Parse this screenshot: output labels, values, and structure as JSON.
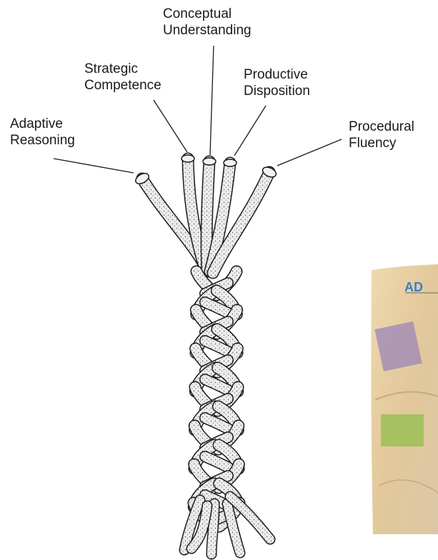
{
  "strands": [
    {
      "id": "conceptual",
      "lines": [
        "Conceptual",
        "Understanding"
      ]
    },
    {
      "id": "strategic",
      "lines": [
        "Strategic",
        "Competence"
      ]
    },
    {
      "id": "productive",
      "lines": [
        "Productive",
        "Disposition"
      ]
    },
    {
      "id": "adaptive",
      "lines": [
        "Adaptive",
        "Reasoning"
      ]
    },
    {
      "id": "procedural",
      "lines": [
        "Procedural",
        "Fluency"
      ]
    }
  ],
  "colors": {
    "ink": "#1b1b1b",
    "rope_fill": "#e9e9e9",
    "corner_image_bg": "#e8d3a8",
    "corner_image_title": "#3b7fc4"
  },
  "corner_image": {
    "title_partial": "AD"
  }
}
